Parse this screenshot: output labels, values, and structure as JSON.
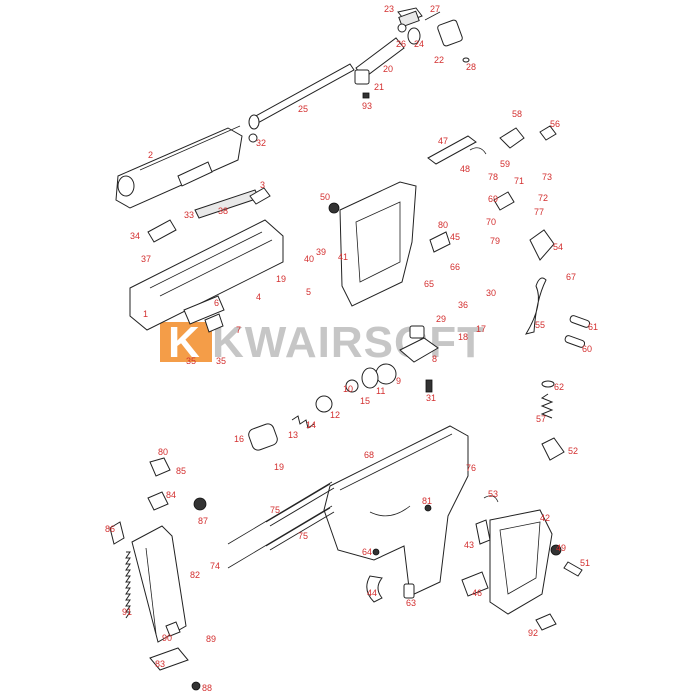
{
  "diagram": {
    "watermark": {
      "text": "KWAIRSOFT",
      "logo_color": "#f28c28",
      "text_color": "#b9b9b9"
    },
    "label_color": "#d32f2f",
    "part_numbers": [
      "23",
      "27",
      "26",
      "24",
      "22",
      "28",
      "20",
      "21",
      "93",
      "25",
      "2",
      "32",
      "58",
      "56",
      "47",
      "59",
      "48",
      "78",
      "71",
      "73",
      "69",
      "72",
      "70",
      "77",
      "79",
      "54",
      "67",
      "3",
      "50",
      "80",
      "45",
      "66",
      "65",
      "33",
      "38",
      "34",
      "41",
      "40",
      "39",
      "19",
      "37",
      "5",
      "4",
      "1",
      "6",
      "7",
      "35",
      "35",
      "36",
      "30",
      "29",
      "17",
      "18",
      "8",
      "55",
      "61",
      "60",
      "31",
      "9",
      "11",
      "15",
      "10",
      "62",
      "12",
      "16",
      "13",
      "14",
      "19",
      "57",
      "68",
      "52",
      "76",
      "80",
      "85",
      "84",
      "86",
      "87",
      "53",
      "81",
      "43",
      "42",
      "75",
      "75",
      "49",
      "51",
      "74",
      "64",
      "82",
      "44",
      "63",
      "46",
      "91",
      "89",
      "90",
      "92",
      "83",
      "88"
    ]
  }
}
